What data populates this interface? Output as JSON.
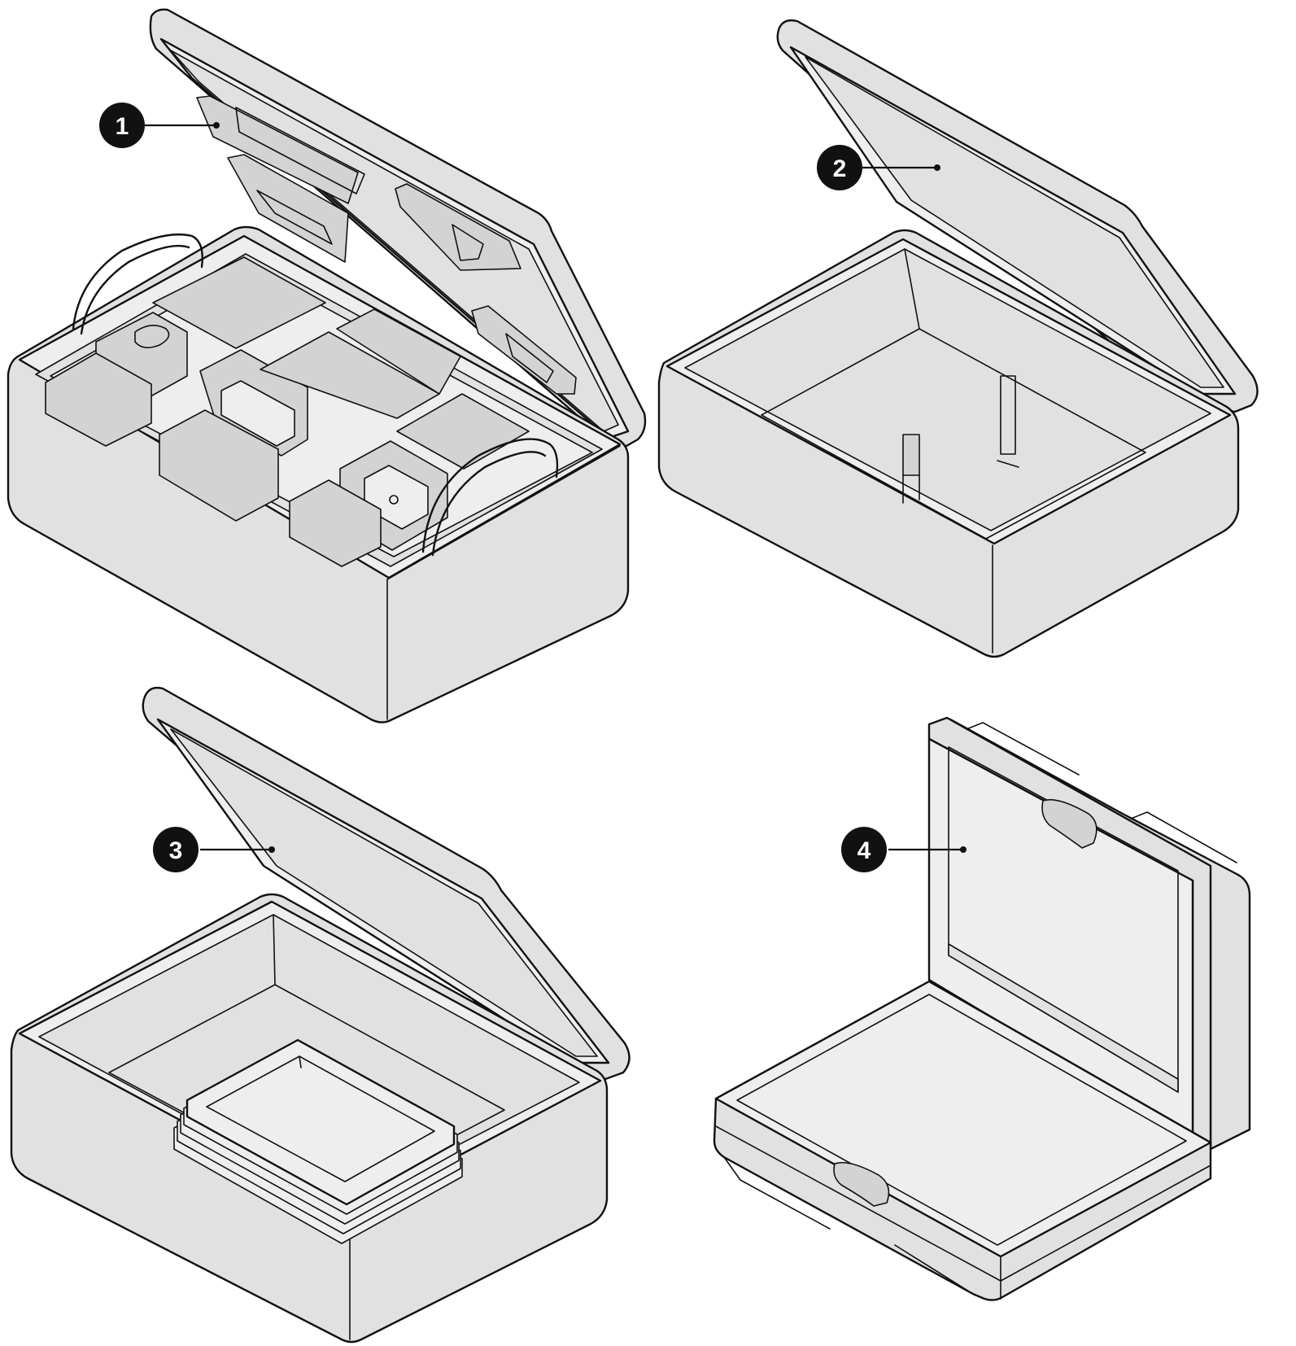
{
  "colors": {
    "line": "#111111",
    "surface_light": "#eeeeee",
    "surface_mid": "#e1e1e1",
    "surface_dark": "#d3d3d3",
    "badge": "#111111",
    "badge_text": "#ffffff"
  },
  "callouts": [
    {
      "label": "1",
      "subject": "foam-insert-case"
    },
    {
      "label": "2",
      "subject": "divider-slot-case"
    },
    {
      "label": "3",
      "subject": "nested-tray-case"
    },
    {
      "label": "4",
      "subject": "hard-shell-case"
    }
  ]
}
